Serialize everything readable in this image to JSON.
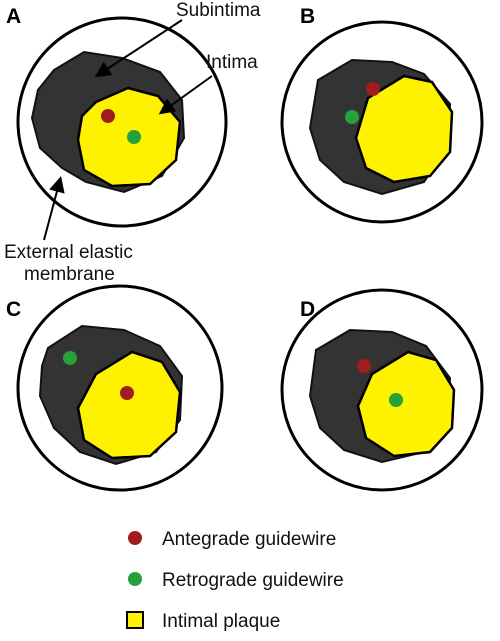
{
  "colors": {
    "antegrade": "#a11d1d",
    "retrograde": "#27a23a",
    "plaque": "#fff200",
    "subintima": "#333333",
    "outline": "#000000"
  },
  "panels": [
    {
      "label": "A",
      "antegrade_in": "plaque",
      "retrograde_in": "plaque"
    },
    {
      "label": "B",
      "antegrade_in": "subintima",
      "retrograde_in": "subintima"
    },
    {
      "label": "C",
      "antegrade_in": "plaque",
      "retrograde_in": "subintima"
    },
    {
      "label": "D",
      "antegrade_in": "subintima",
      "retrograde_in": "plaque"
    }
  ],
  "annotations": {
    "subintima": "Subintima",
    "intima": "Intima",
    "eem_line1": "External elastic",
    "eem_line2": "membrane"
  },
  "legend": [
    {
      "label": "Antegrade guidewire",
      "icon": "red-dot-icon"
    },
    {
      "label": "Retrograde guidewire",
      "icon": "green-dot-icon"
    },
    {
      "label": "Intimal plaque",
      "icon": "yellow-square-icon"
    }
  ]
}
